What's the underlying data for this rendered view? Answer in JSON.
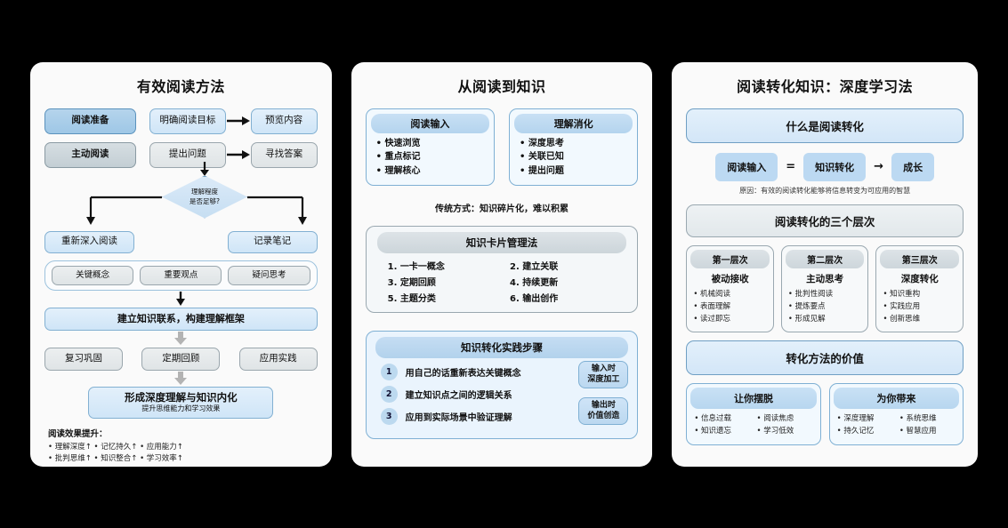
{
  "panel1": {
    "title": "有效阅读方法",
    "row1": {
      "a": "阅读准备",
      "b": "明确阅读目标",
      "c": "预览内容"
    },
    "row2": {
      "a": "主动阅读",
      "b": "提出问题",
      "c": "寻找答案"
    },
    "decision": {
      "line1": "理解程度",
      "line2": "是否足够?"
    },
    "branch": {
      "left": "重新深入阅读",
      "right": "记录笔记"
    },
    "tags": [
      "关键概念",
      "重要观点",
      "疑问思考"
    ],
    "synth": "建立知识联系，构建理解框架",
    "practice": [
      "复习巩固",
      "定期回顾",
      "应用实践"
    ],
    "final": {
      "main": "形成深度理解与知识内化",
      "sub": "提升思维能力和学习效果"
    },
    "footer": {
      "heading": "阅读效果提升：",
      "line1": "• 理解深度↑ • 记忆持久↑ • 应用能力↑",
      "line2": "• 批判思维↑ • 知识整合↑ • 学习效率↑"
    }
  },
  "panel2": {
    "title": "从阅读到知识",
    "cards": [
      {
        "header": "阅读输入",
        "items": [
          "• 快速浏览",
          "• 重点标记",
          "• 理解核心"
        ]
      },
      {
        "header": "理解消化",
        "items": [
          "• 深度思考",
          "• 关联已知",
          "• 提出问题"
        ]
      }
    ],
    "note": "传统方式：知识碎片化，难以积累",
    "management": {
      "header": "知识卡片管理法",
      "items": [
        "1. 一卡一概念",
        "2. 建立关联",
        "3. 定期回顾",
        "4. 持续更新",
        "5. 主题分类",
        "6. 输出创作"
      ]
    },
    "steps": {
      "header": "知识转化实践步骤",
      "rows": [
        {
          "num": "1",
          "text": "用自己的话重新表达关键概念"
        },
        {
          "num": "2",
          "text": "建立知识点之间的逻辑关系"
        },
        {
          "num": "3",
          "text": "应用到实际场景中验证理解"
        }
      ],
      "side_tags": [
        {
          "l1": "输入时",
          "l2": "深度加工"
        },
        {
          "l1": "输出时",
          "l2": "价值创造"
        }
      ]
    }
  },
  "panel3": {
    "title": "阅读转化知识：深度学习法",
    "what_is": "什么是阅读转化",
    "equation": {
      "left": "阅读输入",
      "op1": "=",
      "mid": "知识转化",
      "op2": "→",
      "right": "成长"
    },
    "cause": "原因：有效的阅读转化能够将信息转变为可应用的智慧",
    "levels_header": "阅读转化的三个层次",
    "levels": [
      {
        "header": "第一层次",
        "sub": "被动接收",
        "items": [
          "• 机械阅读",
          "• 表面理解",
          "• 读过即忘"
        ]
      },
      {
        "header": "第二层次",
        "sub": "主动思考",
        "items": [
          "• 批判性阅读",
          "• 提炼要点",
          "• 形成见解"
        ]
      },
      {
        "header": "第三层次",
        "sub": "深度转化",
        "items": [
          "• 知识重构",
          "• 实践应用",
          "• 创新思维"
        ]
      }
    ],
    "value_header": "转化方法的价值",
    "value_cards": [
      {
        "header": "让你摆脱",
        "items": [
          "• 信息过载",
          "• 阅读焦虑",
          "• 知识遗忘",
          "• 学习低效"
        ]
      },
      {
        "header": "为你带来",
        "items": [
          "• 深度理解",
          "• 系统思维",
          "• 持久记忆",
          "• 智慧应用"
        ]
      }
    ]
  },
  "colors": {
    "background": "#000000",
    "panel": "#fafafa",
    "accent_blue": "#9ec7e6",
    "light_blue": "#cfe5f7",
    "gray_blue": "#c3ced4",
    "arrow_dark": "#1a1a1a",
    "arrow_gray": "#aaaaaa"
  }
}
